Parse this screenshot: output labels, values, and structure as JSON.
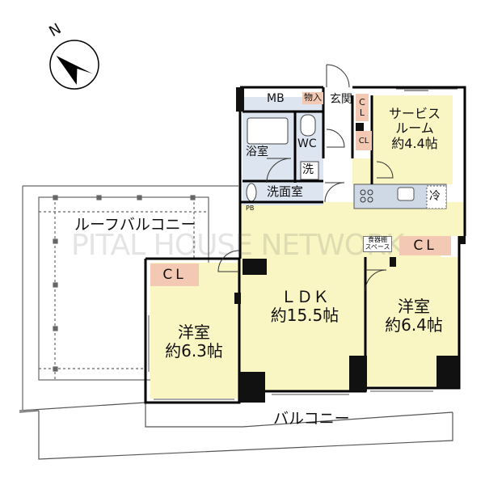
{
  "plan": {
    "compass_label": "N",
    "roof_balcony": "ルーフバルコニー",
    "balcony": "バルコニー",
    "watermark": "PITAL HOUSE NETWORK",
    "rooms": {
      "mb": "MB",
      "storage": "物入",
      "entrance": "玄関",
      "bath": "浴室",
      "wc": "WC",
      "washer": "洗",
      "washroom": "洗面室",
      "service_room_name_1": "サービス",
      "service_room_name_2": "ルーム",
      "service_room_size": "約4.4帖",
      "ldk_name": "ＬＤＫ",
      "ldk_size": "約15.5帖",
      "western_left_name": "洋室",
      "western_left_size": "約6.3帖",
      "western_right_name": "洋室",
      "western_right_size": "約6.4帖",
      "fridge": "冷",
      "pantry_1": "食器棚",
      "pantry_2": "スペース",
      "pb": "PB"
    },
    "closets": {
      "left": "CL",
      "right": "CL",
      "entrance_1": "C",
      "entrance_2": "L",
      "service": "CL"
    }
  }
}
